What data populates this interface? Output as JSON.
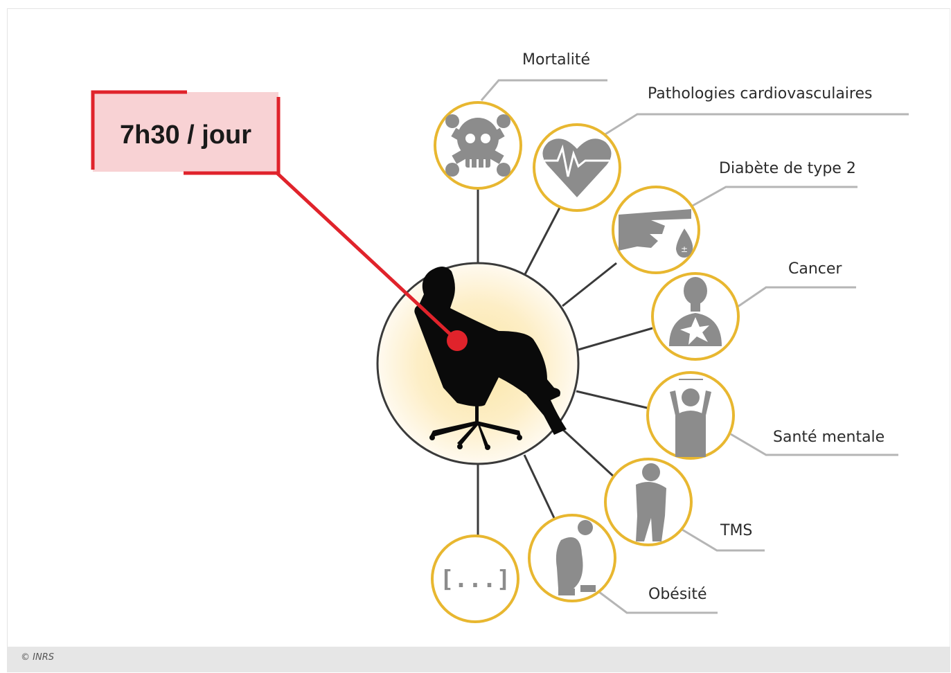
{
  "time_box": {
    "label": "7h30 / jour"
  },
  "outcomes": [
    {
      "label": "Mortalité",
      "icon": "skull-crossbones-icon"
    },
    {
      "label": "Pathologies cardiovasculaires",
      "icon": "heart-ecg-icon"
    },
    {
      "label": "Diabète de type 2",
      "icon": "finger-blood-drop-icon"
    },
    {
      "label": "Cancer",
      "icon": "body-tumor-icon"
    },
    {
      "label": "Santé mentale",
      "icon": "stressed-person-icon"
    },
    {
      "label": "TMS",
      "icon": "back-pain-person-icon"
    },
    {
      "label": "Obésité",
      "icon": "obese-person-icon"
    },
    {
      "label": "",
      "icon": "ellipsis-icon",
      "text": "[...]"
    }
  ],
  "center": {
    "icon": "sitting-person-chair-icon"
  },
  "caption": "© INRS",
  "colors": {
    "accent_red": "#e0232b",
    "ring_yellow": "#e8b730",
    "icon_grey": "#8c8c8c",
    "box_pink": "#f8d2d4"
  }
}
